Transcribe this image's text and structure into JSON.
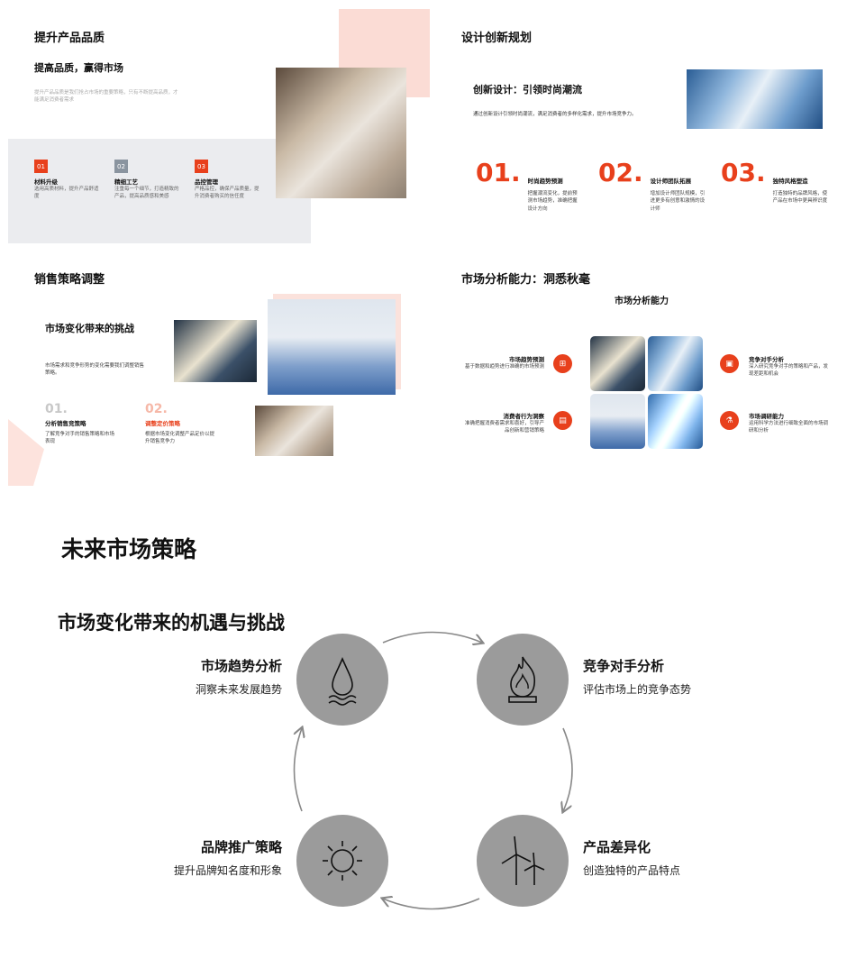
{
  "slide1": {
    "title": "提升产品品质",
    "subtitle": "提高品质，赢得市场",
    "desc": "提升产品品质是我们抢占市场的重要策略，只有不断提高品质，才能满足消费者需求",
    "items": [
      {
        "num": "01",
        "title": "材料升级",
        "desc": "选用高质材料，提升产品舒适度",
        "color": "#e8401c"
      },
      {
        "num": "02",
        "title": "精细工艺",
        "desc": "注重每一个细节，打造精致的产品，提高品质感和美感",
        "color": "#8a949f"
      },
      {
        "num": "03",
        "title": "品控管理",
        "desc": "严格品控，确保产品质量，提升消费者购买的信任度",
        "color": "#e8401c"
      }
    ]
  },
  "slide2": {
    "title": "设计创新规划",
    "subtitle": "创新设计：引领时尚潮流",
    "desc": "通过创新设计引领时尚潮流，满足消费者的多样化需求，提升市场竞争力。",
    "items": [
      {
        "num": "01.",
        "title": "时尚趋势预测",
        "desc": "把握潮流变化，提前预测市场趋势，准确把握设计方向"
      },
      {
        "num": "02.",
        "title": "设计师团队拓展",
        "desc": "增加设计师团队规模，引进更多有创意和激情的设计师"
      },
      {
        "num": "03.",
        "title": "独特风格塑造",
        "desc": "打造独特的品牌风格，使产品在市场中更具辨识度"
      }
    ]
  },
  "slide3": {
    "title": "销售策略调整",
    "subtitle": "市场变化带来的挑战",
    "desc": "市场需求和竞争形势的变化需要我们调整销售策略。",
    "items": [
      {
        "num": "01.",
        "title": "分析销售竞策略",
        "desc": "了解竞争对手的销售策略和市场表现"
      },
      {
        "num": "02.",
        "title": "调整定价策略",
        "desc": "根据市场变化调整产品定价以提升销售竞争力"
      }
    ]
  },
  "slide4": {
    "title": "市场分析能力：洞悉秋毫",
    "subtitle": "市场分析能力",
    "items": [
      {
        "title": "市场趋势预测",
        "desc": "基于数据和趋势进行准确的市场预测",
        "icon": "sitemap-icon"
      },
      {
        "title": "消费者行为洞察",
        "desc": "准确把握消费者需求和喜好，引导产品创新和营销策略",
        "icon": "document-icon"
      },
      {
        "title": "竞争对手分析",
        "desc": "深入研究竞争对手的策略和产品，发现差距和机会",
        "icon": "image-icon"
      },
      {
        "title": "市场调研能力",
        "desc": "运用科学方法进行细致全面的市场调研和分析",
        "icon": "flask-icon"
      }
    ]
  },
  "slide5": {
    "title": "未来市场策略",
    "subtitle": "市场变化带来的机遇与挑战",
    "items": [
      {
        "title": "市场趋势分析",
        "desc": "洞察未来发展趋势",
        "icon": "water-drop-icon"
      },
      {
        "title": "竞争对手分析",
        "desc": "评估市场上的竞争态势",
        "icon": "flame-icon"
      },
      {
        "title": "品牌推广策略",
        "desc": "提升品牌知名度和形象",
        "icon": "sun-icon"
      },
      {
        "title": "产品差异化",
        "desc": "创造独特的产品特点",
        "icon": "wind-turbine-icon"
      }
    ]
  },
  "colors": {
    "accent": "#e8401c",
    "pink": "#fbdcd5",
    "panel": "#ebecef",
    "circle": "#9b9b9b"
  }
}
